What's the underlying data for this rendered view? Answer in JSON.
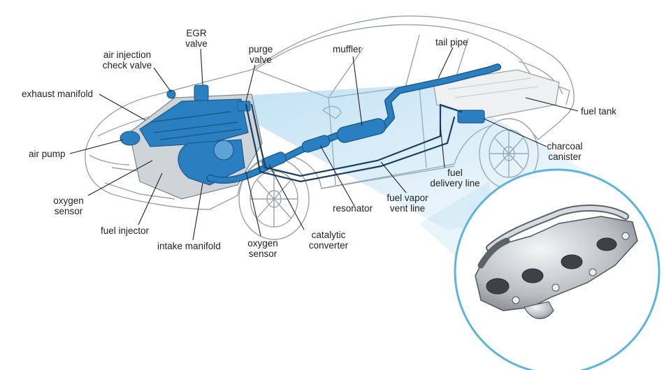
{
  "labels": {
    "egr_valve": [
      "EGR",
      "valve"
    ],
    "air_injection_check_valve": [
      "air injection",
      "check valve"
    ],
    "purge_valve": [
      "purge",
      "valve"
    ],
    "muffler": "muffler",
    "tail_pipe": "tail pipe",
    "exhaust_manifold": "exhaust manifold",
    "fuel_tank": "fuel tank",
    "air_pump": "air pump",
    "charcoal_canister": [
      "charcoal",
      "canister"
    ],
    "oxygen_sensor_front": [
      "oxygen",
      "sensor"
    ],
    "fuel_delivery_line": [
      "fuel",
      "delivery line"
    ],
    "fuel_vapor_vent_line": [
      "fuel vapor",
      "vent line"
    ],
    "resonator": "resonator",
    "fuel_injector": "fuel injector",
    "catalytic_converter": [
      "catalytic",
      "converter"
    ],
    "intake_manifold": "intake manifold",
    "oxygen_sensor_rear": [
      "oxygen",
      "sensor"
    ]
  },
  "colors": {
    "system_blue": "#2a7fc0",
    "system_blue_dark": "#1a5a8f",
    "highlight": "#8cc8ea",
    "car_outline": "#9aa3ab",
    "leader": "#222222",
    "inset_ring": "#5ab4e0"
  },
  "icons": {
    "car": "sedan-cutaway-illustration",
    "inset": "exhaust-manifold-part-icon"
  }
}
